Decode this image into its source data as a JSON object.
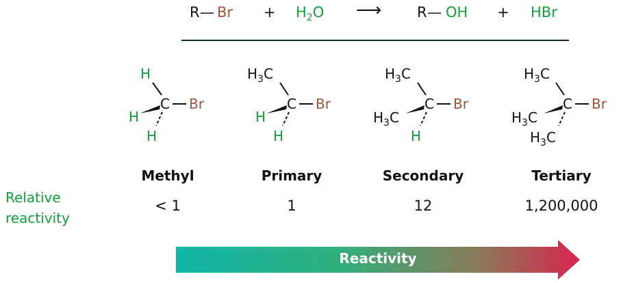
{
  "equation": {
    "r1": "R",
    "r1_dash": "—",
    "r1_br": "Br",
    "plus1": "+",
    "water": "H",
    "water_sub": "2",
    "water_o": "O",
    "arrow": "⟶",
    "p1": "R",
    "p1_dash": "—",
    "p1_oh": "OH",
    "plus2": "+",
    "p2": "HBr"
  },
  "molecules": [
    {
      "name": "Methyl",
      "value": "< 1",
      "top": "H",
      "wedge": "H",
      "dash": "H"
    },
    {
      "name": "Primary",
      "value": "1",
      "top": "H3C",
      "wedge": "H",
      "dash": "H"
    },
    {
      "name": "Secondary",
      "value": "12",
      "top": "H3C",
      "wedge": "H3C",
      "dash": "H"
    },
    {
      "name": "Tertiary",
      "value": "1,200,000",
      "top": "H3C",
      "wedge": "H3C",
      "dash": "H3C"
    }
  ],
  "atoms": {
    "carbon": "C",
    "bromine": "Br",
    "hydrogen": "H",
    "methyl_h": "H",
    "methyl_sub": "3",
    "methyl_c": "C"
  },
  "relative_label_line1": "Relative",
  "relative_label_line2": "reactivity",
  "arrow_label": "Reactivity",
  "colors": {
    "green": "#12a03a",
    "brown": "#a0523a",
    "arrow_start": "#11b5a8",
    "arrow_end": "#d8244e"
  }
}
